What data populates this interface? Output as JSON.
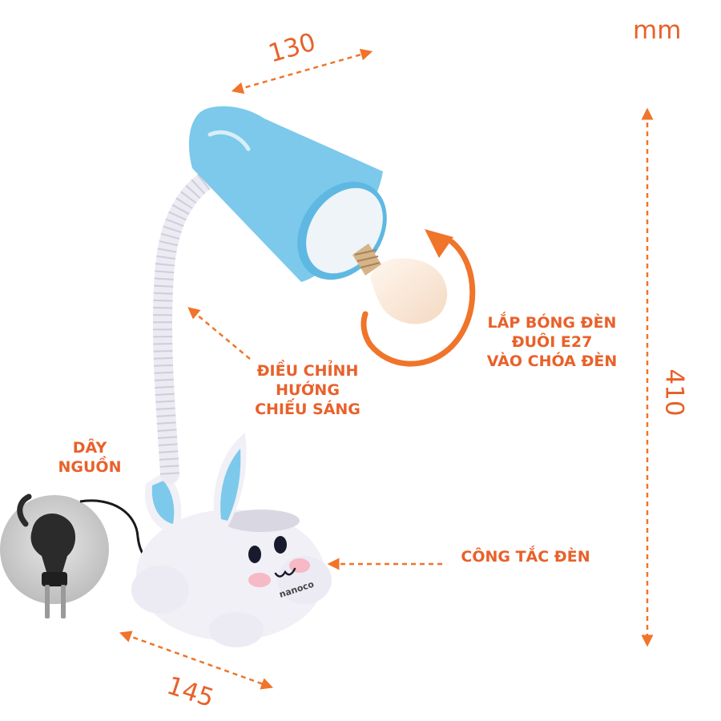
{
  "unit_label": "mm",
  "dimensions": {
    "shade_width": "130",
    "base_width": "145",
    "height": "410"
  },
  "annotations": {
    "bulb_install": [
      "LẮP BÓNG ĐÈN",
      "ĐUÔI E27",
      "VÀO CHÓA ĐÈN"
    ],
    "adjust_direction": [
      "ĐIỀU CHỈNH",
      "HƯỚNG",
      "CHIẾU SÁNG"
    ],
    "power_cord": [
      "DÂY",
      "NGUỒN"
    ],
    "lamp_switch": "CÔNG TẮC ĐÈN"
  },
  "brand_mark": "nanoco",
  "colors": {
    "accent": "#f0742a",
    "label": "#e8612a",
    "shade": "#7cc9ec",
    "shade_inner": "#eef4f8",
    "body": "#f1f0f6",
    "plug": "#2b2b2b"
  },
  "icons": [
    "rotate-arrow-icon",
    "led-bulb-icon",
    "power-plug-icon",
    "lamp-icon"
  ]
}
